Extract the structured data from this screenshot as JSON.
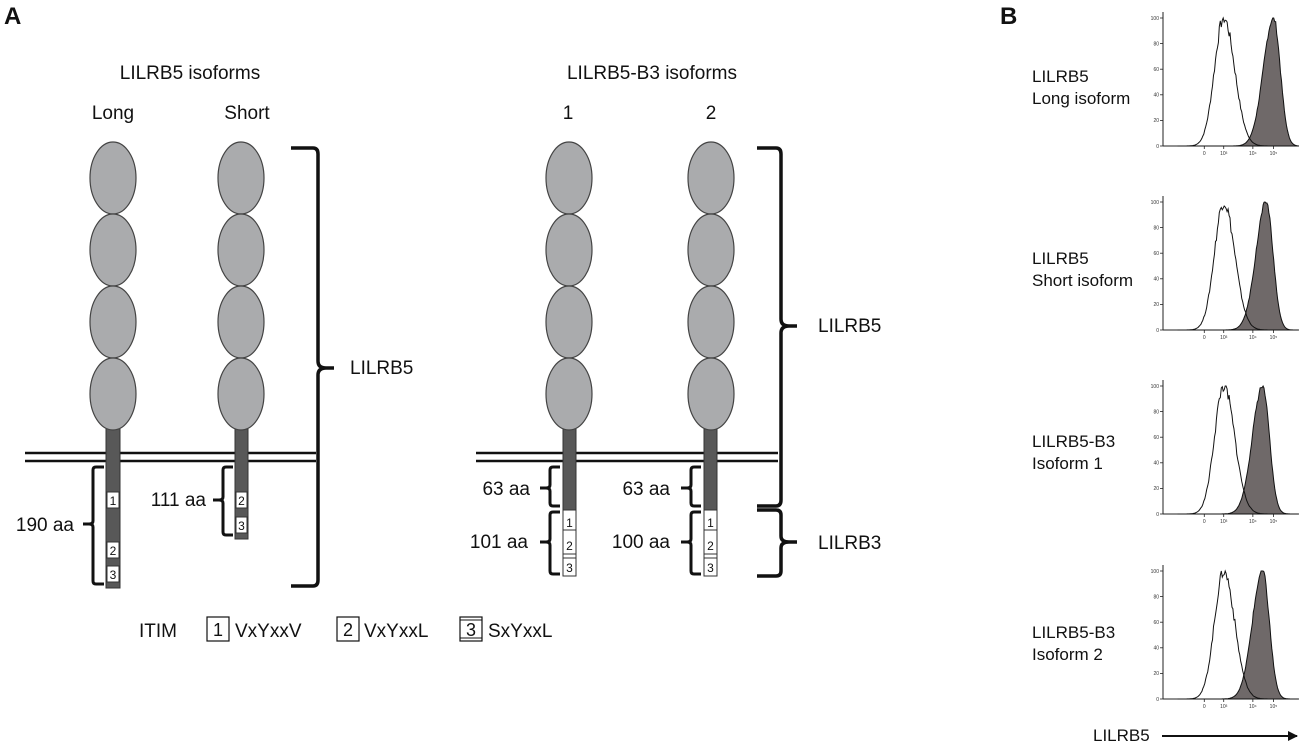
{
  "panels": {
    "a": "A",
    "b": "B"
  },
  "colors": {
    "domain_fill": "#aaabad",
    "tail_fill": "#585858",
    "ink": "#111111",
    "hist_fill": "#6f6969"
  },
  "diagram": {
    "groups": [
      {
        "title": "LILRB5 isoforms",
        "isoforms": [
          {
            "label": "Long"
          },
          {
            "label": "Short"
          }
        ]
      },
      {
        "title": "LILRB5-B3 isoforms",
        "isoforms": [
          {
            "label": "1"
          },
          {
            "label": "2"
          }
        ]
      }
    ],
    "brackets": {
      "lilrb5_left": "LILRB5",
      "lilrb5_right": "LILRB5",
      "lilrb3_right": "LILRB3"
    },
    "lengths": {
      "long": "190 aa",
      "short": "111 aa",
      "iso1_top": "63 aa",
      "iso1_bottom": "101 aa",
      "iso2_top": "63 aa",
      "iso2_bottom": "100 aa"
    },
    "motif_numbers": [
      "1",
      "2",
      "3"
    ],
    "legend": {
      "title": "ITIM",
      "items": [
        {
          "num": "1",
          "label": "VxYxxV"
        },
        {
          "num": "2",
          "label": "VxYxxL"
        },
        {
          "num": "3",
          "label": "SxYxxL"
        }
      ]
    }
  },
  "flow": {
    "histograms": [
      {
        "line1": "LILRB5",
        "line2": "Long isoform",
        "control_peak": 2.5,
        "stained_peak": 4.55
      },
      {
        "line1": "LILRB5",
        "line2": "Short isoform",
        "control_peak": 2.5,
        "stained_peak": 4.25
      },
      {
        "line1": "LILRB5-B3",
        "line2": "Isoform 1",
        "control_peak": 2.5,
        "stained_peak": 4.1
      },
      {
        "line1": "LILRB5-B3",
        "line2": "Isoform 2",
        "control_peak": 2.5,
        "stained_peak": 4.1
      }
    ],
    "y_ticks": [
      "100",
      "80",
      "60",
      "40",
      "20",
      "0"
    ],
    "x_ticks": [
      "0",
      "10³",
      "10⁴",
      "10⁵"
    ],
    "axis_label": "LILRB5"
  }
}
